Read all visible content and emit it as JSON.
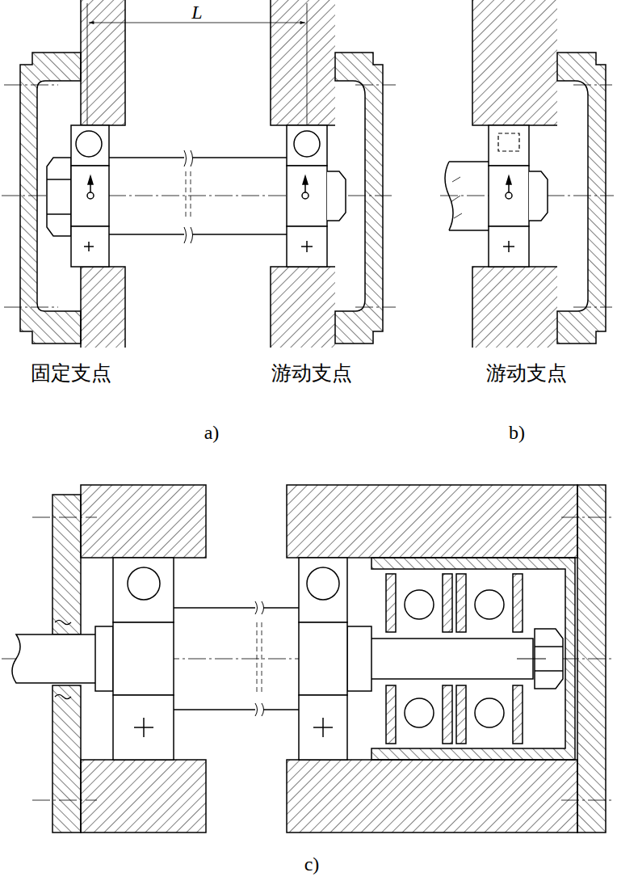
{
  "diagram": {
    "labels": [
      "L",
      "固定支点",
      "游动支点",
      "游动支点",
      "a)",
      "b)",
      "c)"
    ]
  }
}
